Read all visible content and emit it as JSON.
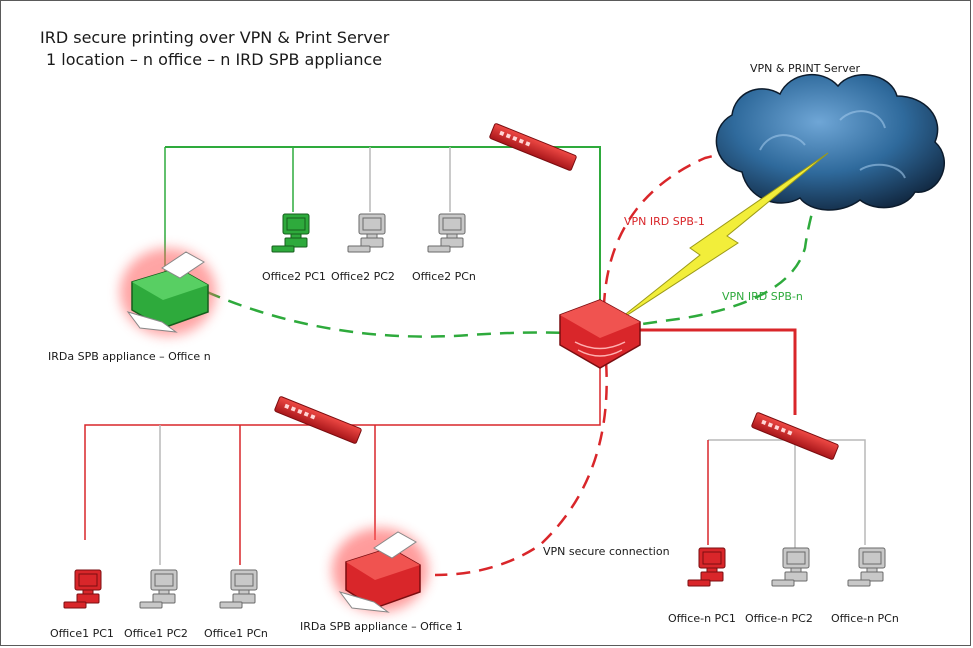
{
  "title": {
    "line1": "IRD secure printing over VPN & Print Server",
    "line2": "1 location – n office – n IRD SPB appliance"
  },
  "server": {
    "label": "VPN & PRINT Server",
    "icon": "cloud-icon"
  },
  "links": {
    "vpn_1": "VPN IRD SPB-1",
    "vpn_n": "VPN IRD SPB-n",
    "vpn_secure": "VPN secure connection"
  },
  "office2": {
    "pc1": "Office2 PC1",
    "pc2": "Office2 PC2",
    "pcn": "Office2 PCn",
    "appliance": "IRDa SPB appliance – Office n"
  },
  "office1": {
    "pc1": "Office1 PC1",
    "pc2": "Office1 PC2",
    "pcn": "Office1 PCn",
    "appliance": "IRDa SPB appliance – Office 1"
  },
  "officen": {
    "pc1": "Office-n PC1",
    "pc2": "Office-n PC2",
    "pcn": "Office-n PCn"
  },
  "colors": {
    "red": "#d9262a",
    "green": "#2eaa3c",
    "gray": "#b8b8b8",
    "cloud": "#2f6a9c",
    "bolt": "#f2ee3a"
  }
}
